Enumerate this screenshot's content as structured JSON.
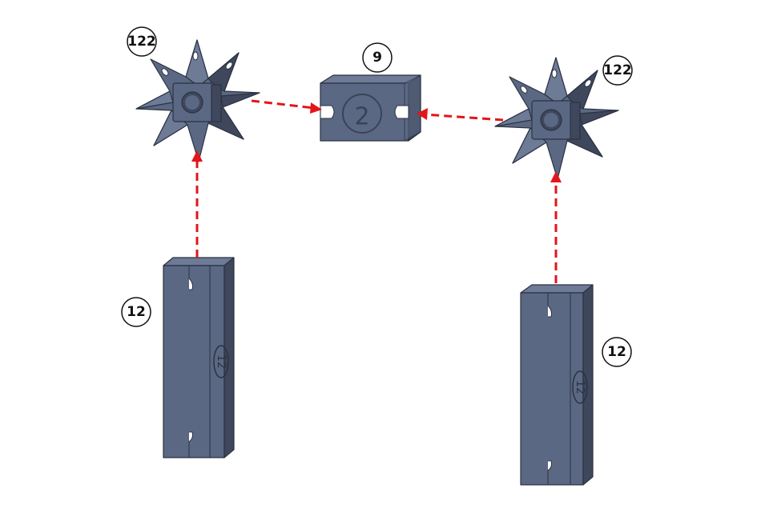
{
  "diagram": {
    "colors": {
      "part": "#5b6883",
      "arrow": "#e3151a"
    },
    "callouts": {
      "connector_left": "122",
      "connector_right": "122",
      "coupler": "9",
      "tube_left": "12",
      "tube_right": "12"
    },
    "part_marks": {
      "coupler": "2",
      "tube_left": "12",
      "tube_right": "12"
    }
  }
}
